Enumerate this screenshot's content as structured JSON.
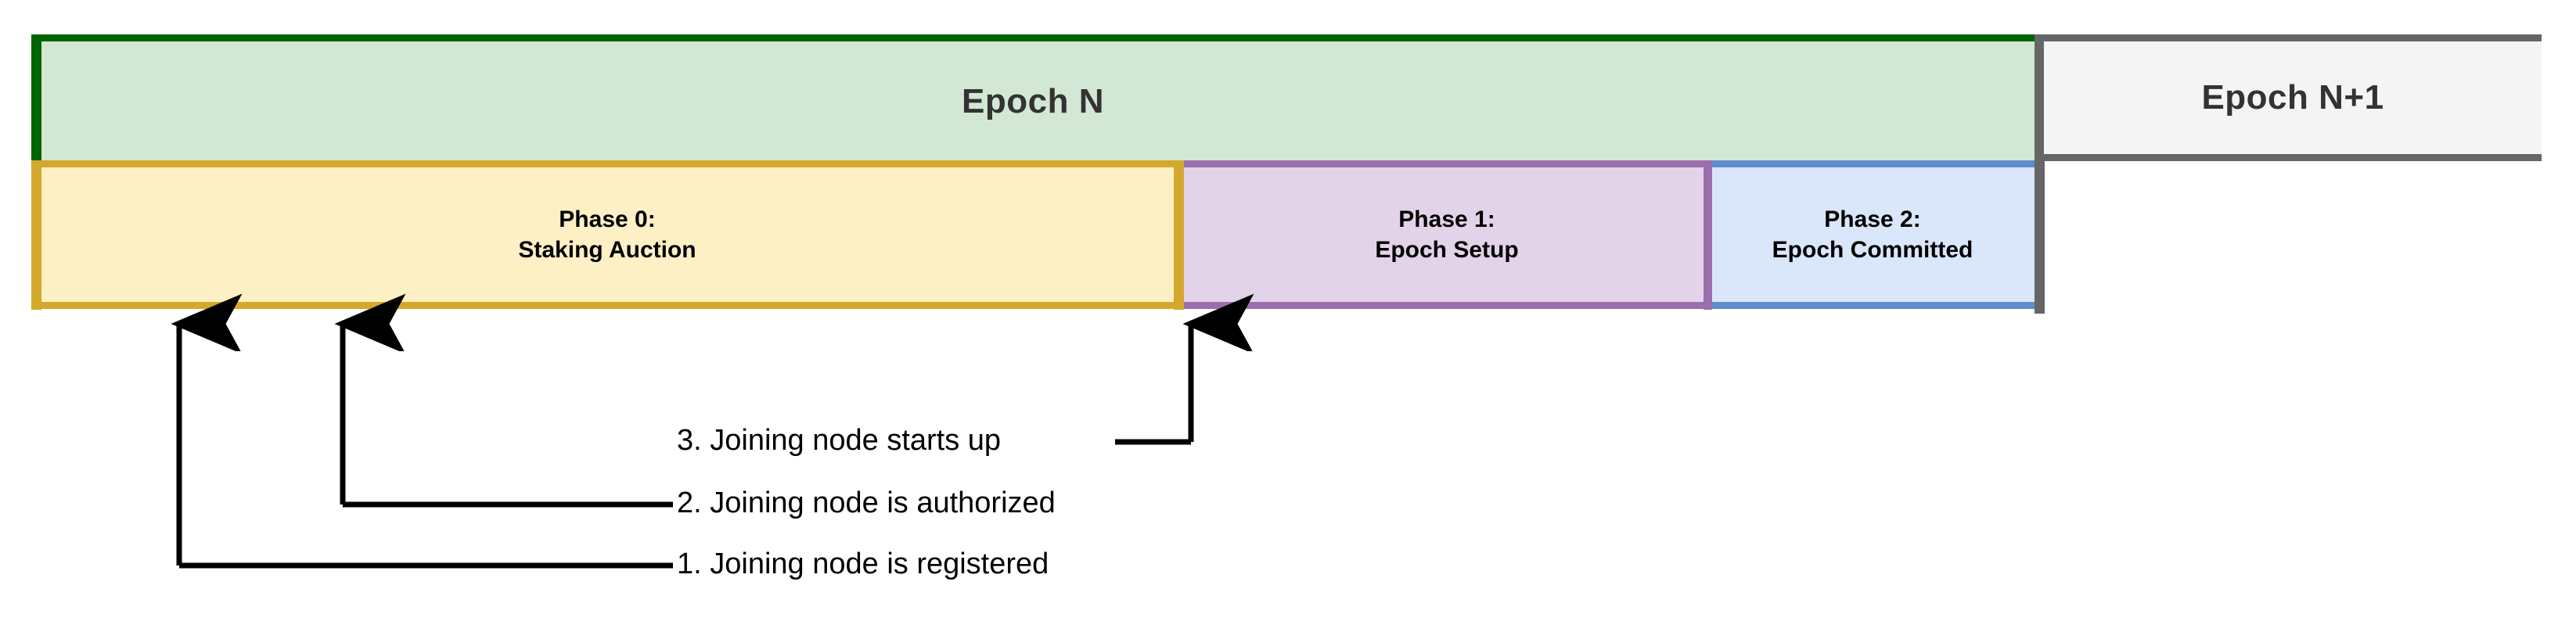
{
  "diagram": {
    "title_epoch_current": "Epoch N",
    "title_epoch_next": "Epoch N+1",
    "colors": {
      "epoch_current_fill": "#d2e8d4",
      "epoch_current_border": "#006400",
      "epoch_next_fill": "#f4f4f4",
      "epoch_next_border": "#666666",
      "phase0_fill": "#fdf0c4",
      "phase0_border": "#d4a82c",
      "phase1_fill": "#e3d3e8",
      "phase1_border": "#9b6fae",
      "phase2_fill": "#dae6fa",
      "phase2_border": "#5f8dc9",
      "callout_stroke": "#000000",
      "heading_text": "#333333",
      "phase_text": "#000000"
    },
    "phases": [
      {
        "id": "phase0",
        "line1": "Phase 0:",
        "line2": "Staking Auction"
      },
      {
        "id": "phase1",
        "line1": "Phase 1:",
        "line2": "Epoch Setup"
      },
      {
        "id": "phase2",
        "line1": "Phase 2:",
        "line2": "Epoch Committed"
      }
    ],
    "callouts": [
      {
        "id": "callout1",
        "label": "1. Joining node is registered"
      },
      {
        "id": "callout2",
        "label": "2. Joining node is authorized"
      },
      {
        "id": "callout3",
        "label": "3. Joining node starts up"
      }
    ]
  }
}
